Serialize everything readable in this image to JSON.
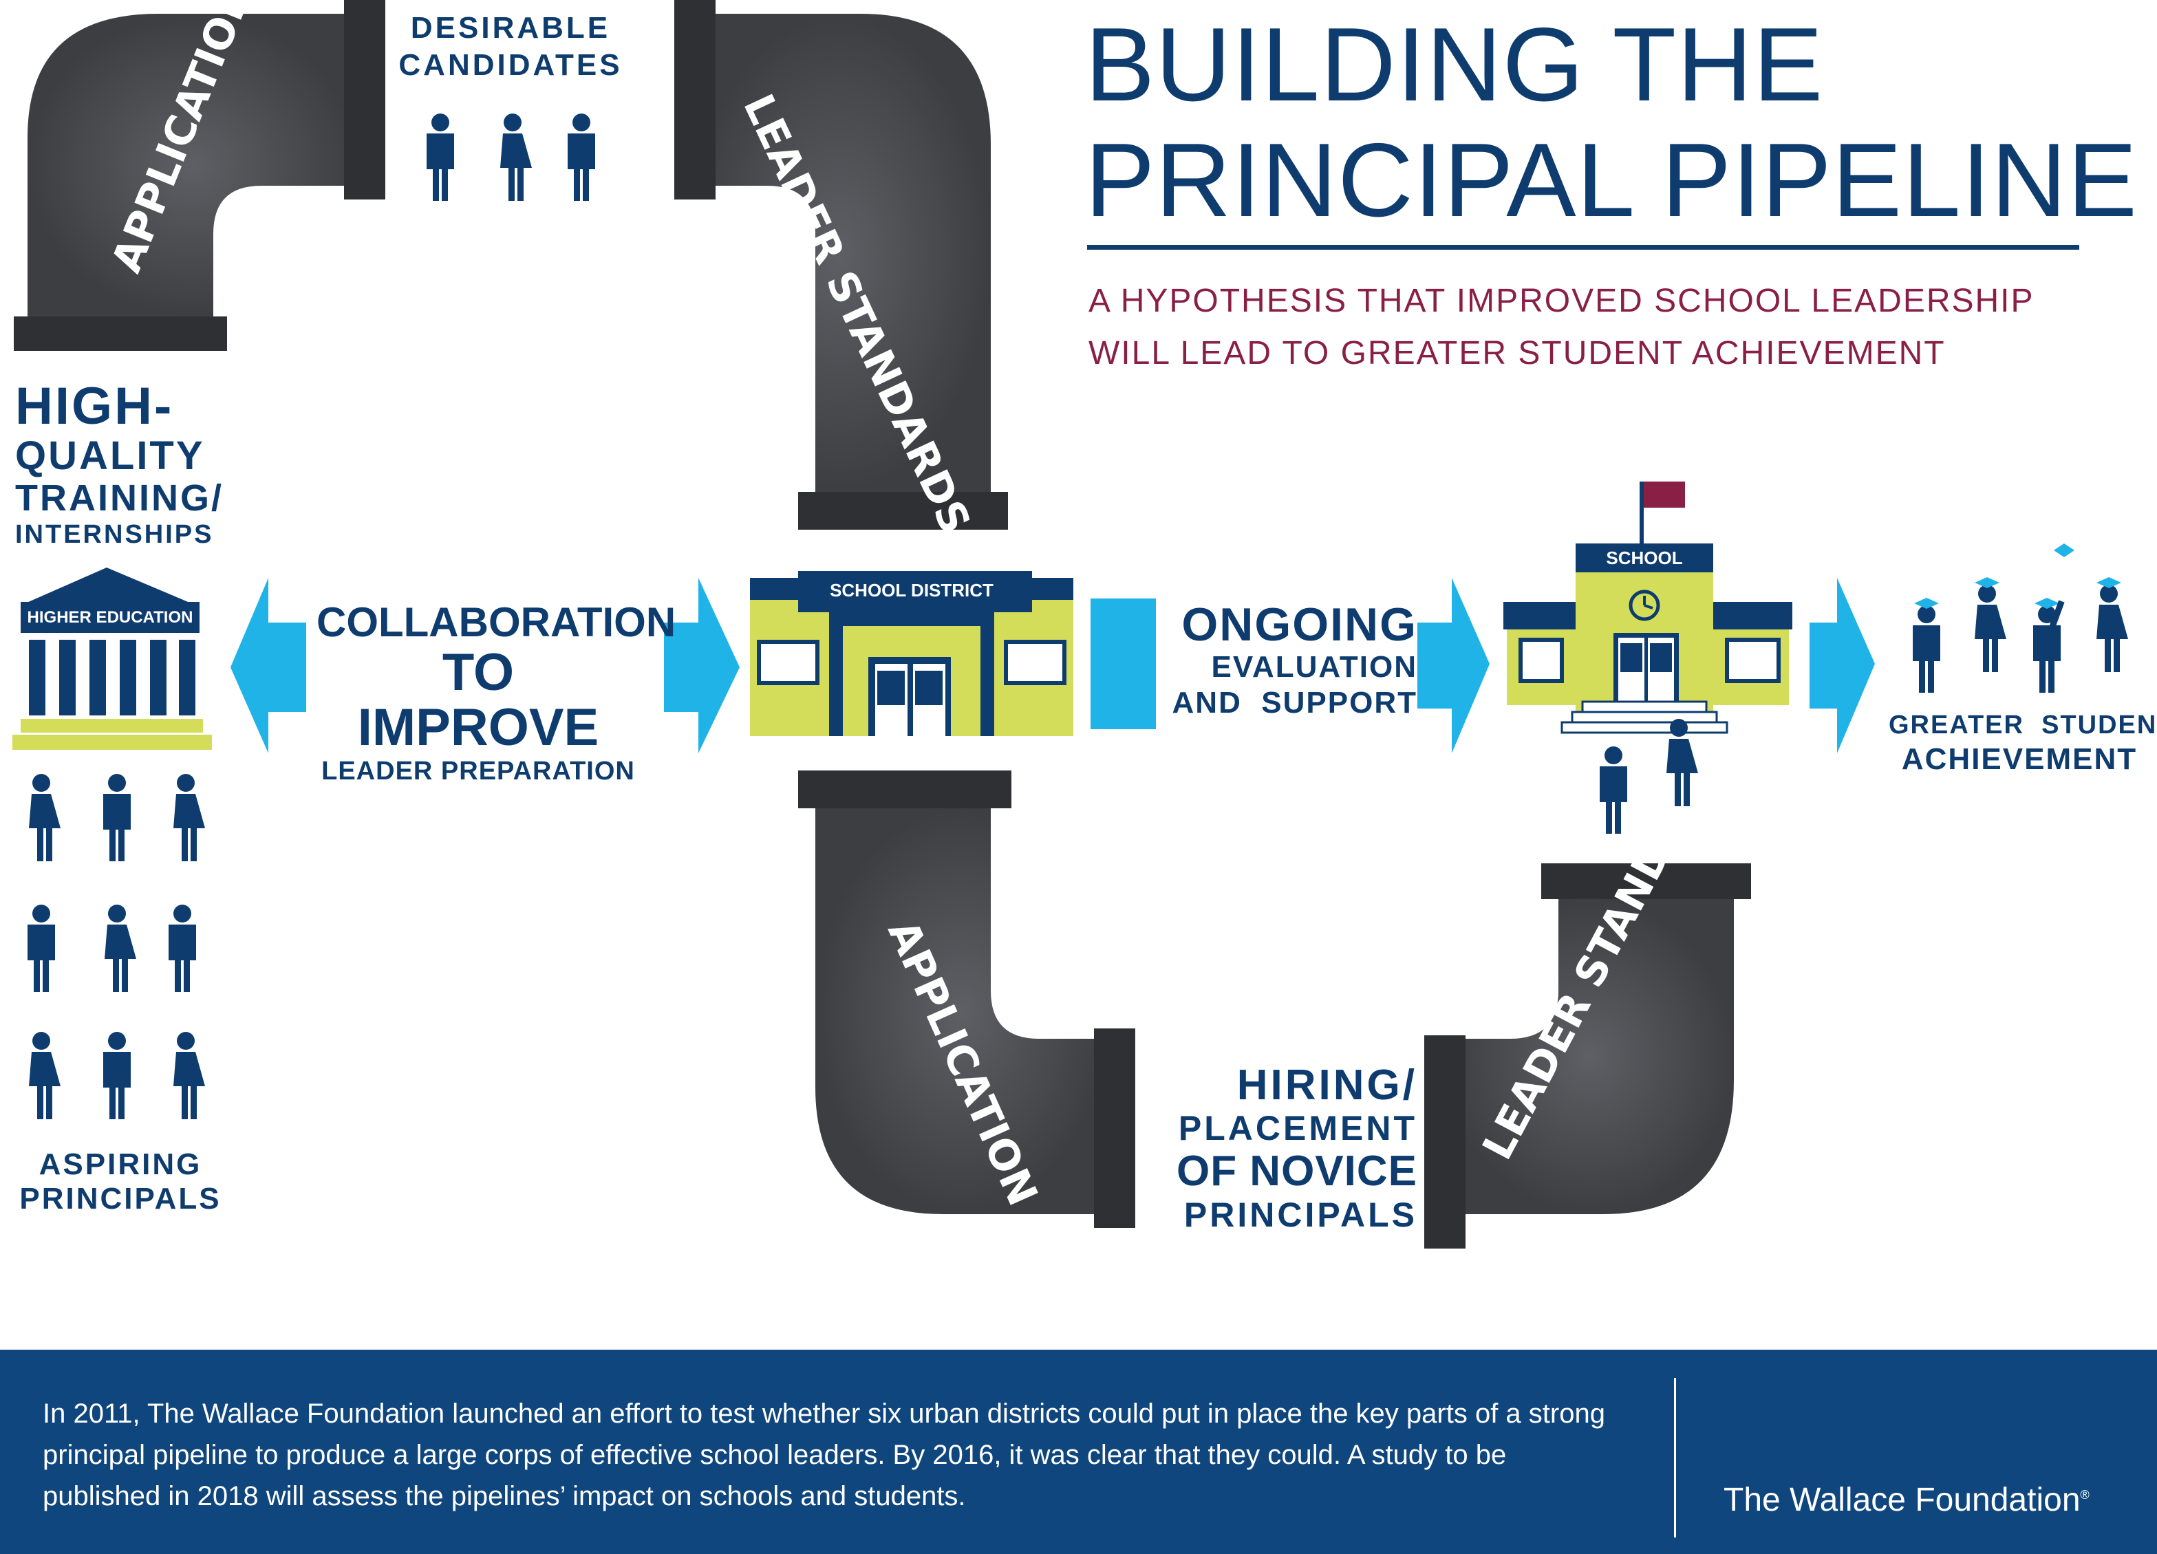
{
  "title": {
    "line1": "BUILDING THE",
    "line2": "PRINCIPAL PIPELINE"
  },
  "subtitle": {
    "line1": "A HYPOTHESIS THAT IMPROVED SCHOOL LEADERSHIP",
    "line2": "WILL LEAD TO GREATER STUDENT ACHIEVEMENT"
  },
  "pipes": {
    "top_left_label": "APPLICATION OF",
    "top_right_label": "LEADER STANDARDS",
    "bottom_left_label": "APPLICATION OF",
    "bottom_right_label": "LEADER STANDARDS"
  },
  "desirable_candidates": {
    "line1": "DESIRABLE",
    "line2": "CANDIDATES"
  },
  "training": {
    "line1": "HIGH-",
    "line2": "QUALITY",
    "line3": "TRAINING/",
    "line4": "INTERNSHIPS"
  },
  "higher_education_sign": "HIGHER EDUCATION",
  "aspiring": {
    "line1": "ASPIRING",
    "line2": "PRINCIPALS"
  },
  "collaboration": {
    "line1": "COLLABORATION",
    "line2": "TO IMPROVE",
    "line3": "LEADER PREPARATION"
  },
  "school_district_sign": "SCHOOL DISTRICT",
  "ongoing": {
    "line1": "ONGOING",
    "line2": "EVALUATION",
    "line3": "AND  SUPPORT"
  },
  "school_sign": "SCHOOL",
  "achievement": {
    "line1": "GREATER  STUDENT",
    "line2": "ACHIEVEMENT"
  },
  "hiring": {
    "line1": "HIRING/",
    "line2": "PLACEMENT",
    "line3": "OF NOVICE",
    "line4": "PRINCIPALS"
  },
  "footer": {
    "text": "In 2011, The Wallace Foundation launched an effort to test whether six urban districts could put in place the key parts of a strong principal pipeline to produce a large corps of effective school leaders. By 2016, it was clear that they could. A study to be published in 2018 will assess the pipelines’ impact on schools and students.",
    "logo_text": "The Wallace Foundation",
    "logo_mark": "®"
  },
  "colors": {
    "navy": "#0e3c6e",
    "pipe": "#4f5055",
    "pipe_dark": "#2f3034",
    "lime": "#d4dd5a",
    "cyan": "#1fb3e8",
    "maroon": "#8a1f45",
    "footer": "#0f467d"
  }
}
